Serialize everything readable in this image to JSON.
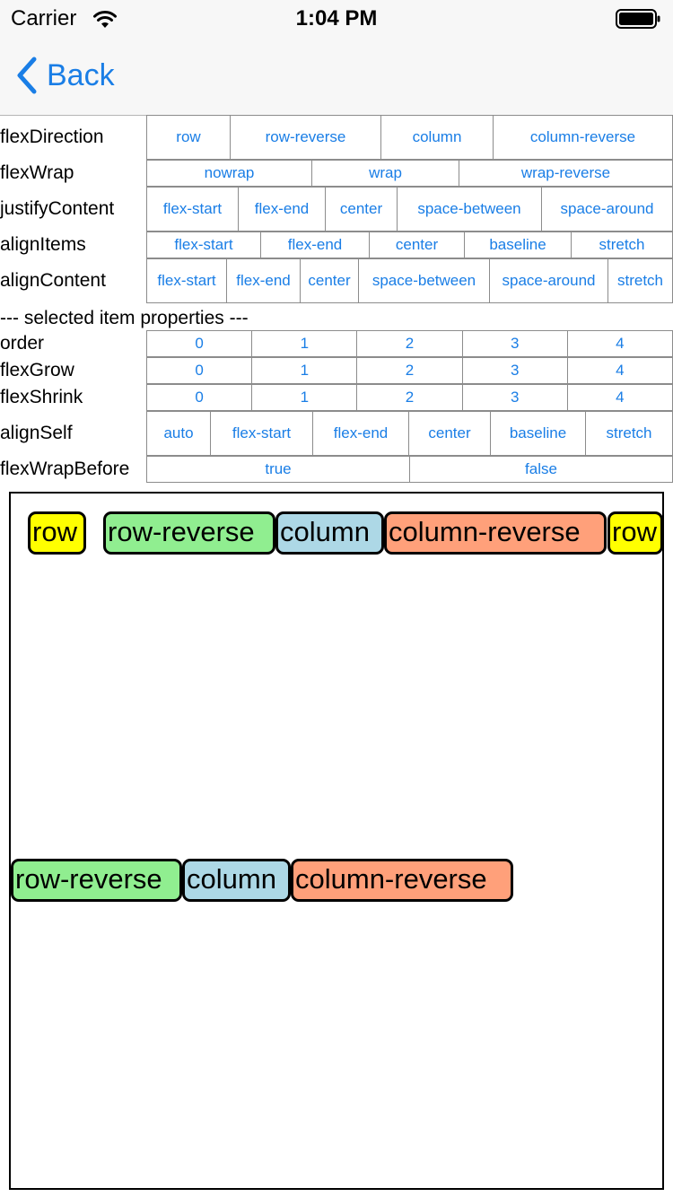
{
  "status": {
    "carrier": "Carrier",
    "time": "1:04 PM"
  },
  "nav": {
    "back_label": "Back"
  },
  "controls": {
    "flexDirection": {
      "label": "flexDirection",
      "options": [
        "row",
        "row-reverse",
        "column",
        "column-reverse"
      ]
    },
    "flexWrap": {
      "label": "flexWrap",
      "options": [
        "nowrap",
        "wrap",
        "wrap-reverse"
      ]
    },
    "justifyContent": {
      "label": "justifyContent",
      "options": [
        "flex-start",
        "flex-end",
        "center",
        "space-between",
        "space-around"
      ]
    },
    "alignItems": {
      "label": "alignItems",
      "options": [
        "flex-start",
        "flex-end",
        "center",
        "baseline",
        "stretch"
      ]
    },
    "alignContent": {
      "label": "alignContent",
      "options": [
        "flex-start",
        "flex-end",
        "center",
        "space-between",
        "space-around",
        "stretch"
      ]
    }
  },
  "item_section_label": "--- selected item properties ---",
  "item_controls": {
    "order": {
      "label": "order",
      "options": [
        "0",
        "1",
        "2",
        "3",
        "4"
      ]
    },
    "flexGrow": {
      "label": "flexGrow",
      "options": [
        "0",
        "1",
        "2",
        "3",
        "4"
      ]
    },
    "flexShrink": {
      "label": "flexShrink",
      "options": [
        "0",
        "1",
        "2",
        "3",
        "4"
      ]
    },
    "alignSelf": {
      "label": "alignSelf",
      "options": [
        "auto",
        "flex-start",
        "flex-end",
        "center",
        "baseline",
        "stretch"
      ]
    },
    "flexWrapBefore": {
      "label": "flexWrapBefore",
      "options": [
        "true",
        "false"
      ]
    }
  },
  "colors": {
    "accent": "#1a7ee6",
    "yellow": "#ffff00",
    "green": "#90ee90",
    "blue": "#add8e6",
    "salmon": "#ffa07a"
  },
  "playground_items": [
    {
      "label": "row",
      "color": "yellow"
    },
    {
      "label": "row-reverse",
      "color": "green"
    },
    {
      "label": "column",
      "color": "blue"
    },
    {
      "label": "column-reverse",
      "color": "salmon"
    },
    {
      "label": "row",
      "color": "yellow"
    },
    {
      "label": "row-reverse",
      "color": "green"
    },
    {
      "label": "column",
      "color": "blue"
    },
    {
      "label": "column-reverse",
      "color": "salmon"
    }
  ]
}
